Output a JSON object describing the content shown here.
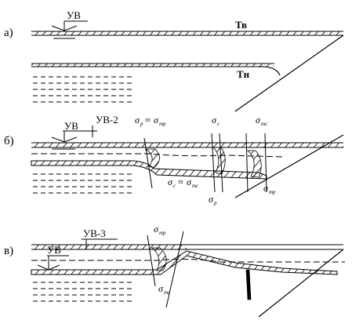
{
  "panels": {
    "a": {
      "label": "а)",
      "labels": {
        "uv": "УВ",
        "tv": "Тв",
        "tn": "Тн"
      }
    },
    "b": {
      "label": "б)",
      "labels": {
        "uv": "УВ",
        "uv2": "УВ-2",
        "sigma": "σ",
        "approx": "≈",
        "sub_r": "р",
        "sub_tr": "тр",
        "sub_c": "с",
        "sub_tc": "тс"
      }
    },
    "c": {
      "label": "в)",
      "labels": {
        "uv": "УВ",
        "uv3": "УВ-3",
        "sigma": "σ",
        "sub_tr": "тр",
        "sub_tc": "тс"
      }
    }
  }
}
